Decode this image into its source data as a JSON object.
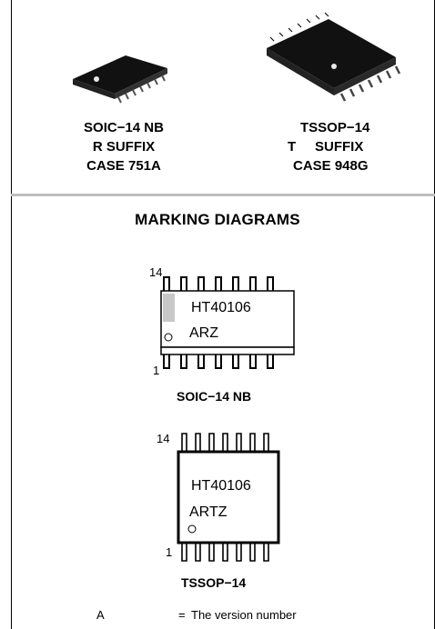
{
  "packages": [
    {
      "line1": "SOIC−14 NB",
      "line2": "R SUFFIX",
      "line3": "CASE 751A"
    },
    {
      "line1": "TSSOP−14",
      "line2": "T     SUFFIX",
      "line3": "CASE 948G"
    }
  ],
  "section_title": "MARKING DIAGRAMS",
  "soic_diagram": {
    "pin_top": "14",
    "pin_bottom": "1",
    "line1": "HT40106",
    "line2": "ARZ",
    "caption": "SOIC−14 NB"
  },
  "tssop_diagram": {
    "pin_top": "14",
    "pin_bottom": "1",
    "line1": "HT40106",
    "line2": "ARTZ",
    "caption": "TSSOP−14"
  },
  "legend": {
    "key": "A",
    "eq": "=",
    "desc": "The version number"
  },
  "colors": {
    "rule": "#bdbdbd",
    "pin1_bar": "#c8c8c8",
    "chip_body": "#111111"
  }
}
